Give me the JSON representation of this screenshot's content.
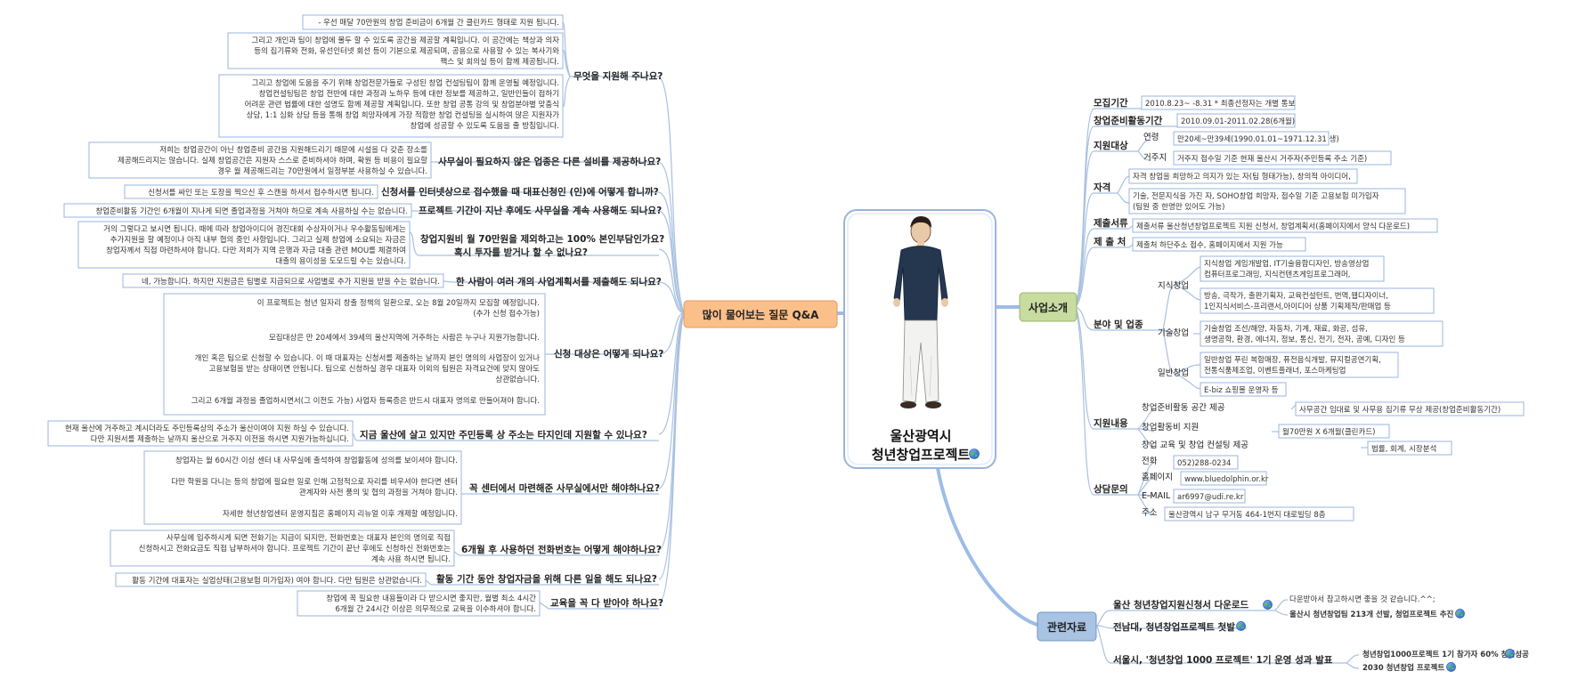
{
  "center": {
    "title_line1": "울산광역시",
    "title_line2": "청년창업프로젝트"
  },
  "branches": {
    "qa": "많이 물어보는 질문 Q&A",
    "intro": "사업소개",
    "related": "관련자료"
  },
  "colors": {
    "qa": "#fbbf8a",
    "intro": "#c8dca0",
    "related": "#a9c3e3",
    "connector": "#a8c0e0",
    "box_border": "#9ab4dc"
  },
  "icons": {
    "link": "link-globe-icon"
  },
  "qa": {
    "q1": "무엇을 지원해 주나요?",
    "q1a1": "- 우선 매달 70만원의 창업 준비금이 6개월 간 클린카드 형태로 지원 됩니다.",
    "q1a2": [
      "그리고 개인과 팀이 창업에 몰두 할 수 있도록 공간을 제공할 계획입니다. 이 공간에는 책상과 의자",
      "등의 집기류와 전화, 유선인터넷 회선 등이 기본으로 제공되며, 공용으로 사용할 수 있는 복사기와",
      "팩스 및 회의실 등이 함께 제공됩니다."
    ],
    "q1a3": [
      "그리고 창업에 도움을 주기 위해 창업전문가들로 구성된 창업 컨설팅팀이 함께 운영될 예정입니다.",
      "창업컨설팅팀은 창업 전반에 대한 과정과 노하우 등에 대한 정보를 제공하고, 일반인들이 접하기",
      "어려운 관련 법률에 대한 설명도 함께 제공할 계획입니다. 또한 창업 공통 강의 및 창업분야별 맞춤식",
      "상담, 1:1 심화 상담 등을 통해 창업 희망자에게 가장 적합한 창업 컨설팅을 실시하여 많은 지원자가",
      "창업에 성공할 수 있도록 도움을 줄 방침입니다."
    ],
    "q2": "사무실이 필요하지 않은 업종은 다른 설비를 제공하나요?",
    "q2a": [
      "저희는 창업공간이 아닌 창업준비 공간을 지원해드리기 때문에 시설을 다 갖춘 장소를",
      "제공해드리지는 않습니다. 실제 창업공간은 지원자 스스로 준비하셔야 하며, 확원 등 비용이 필요할",
      "경우 월 제공해드리는 70만원에서 일정부분 사용하실 수 있습니다."
    ],
    "q3": "신청서를 인터넷상으로 접수했을 때 대표신청인 (인)에 어떻게 합니까?",
    "q3a": "신청서를 싸인 또는 도장을 찍으신 후 스캔을 하셔서 접수하시면 됩니다.",
    "q4": "프로젝트 기간이 지난 후에도 사무실을 계속 사용해도 되나요?",
    "q4a": "창업준비활동 기간인 6개월이 지나게 되면 졸업과정을 거쳐야 하므로 계속 사용하실 수는 없습니다.",
    "q5_line1": "창업지원비 월 70만원을 제외하고는 100% 본인부담인가요?",
    "q5_line2": "혹시 투자를 받거나 할 수 없나요?",
    "q5a": [
      "거의 그렇다고 보시면 됩니다. 때에 따라 창업아이디어 경진대회 수상자이거나 우수활동팀에게는",
      "추가지원을 할 예정이나 아직 내부 협의 중인 사항입니다. 그리고 실제 창업에 소요되는 자금은",
      "창업자께서 직접 마련하셔야 합니다. 다만 저희가 지역 은행과 자금 대출 관련 MOU를 체결하여",
      "대출의 용이성을 도모드릴 수는 있습니다."
    ],
    "q6": "한 사람이 여러 개의 사업계획서를 제출해도 되나요?",
    "q6a": "네, 가능합니다. 하지만 지원금은 팀별로 지급되므로 사업별로 추가 지원을 받을 수는 없습니다.",
    "q7": "신청 대상은 어떻게 되나요?",
    "q7a": [
      "이 프로젝트는 청년 일자리 창출 정책의 일환으로, 오는 8월 20일까지 모집할 예정입니다.",
      "(추가 신청 접수가능)",
      "",
      "모집대상은 만 20세에서 39세의 울산지역에 거주하는 사람은 누구나 지원가능합니다.",
      "",
      "개인 혹은 팀으로 신청할 수 있습니다. 이 때 대표자는 신청서를 제출하는 날까지 본인 명의의 사업장이 있거나",
      "고용보험을 받는 상태이면 안됩니다. 팀으로 신청하실 경우 대표자 이외의 팀원은 자격요건에 맞지 않아도",
      "상관없습니다.",
      "",
      "그리고 6개월 과정을 졸업하시면서(그 이전도 가능) 사업자 등록증은 반드시 대표자 명의로 만들어져야 합니다."
    ],
    "q8": "지금 울산에 살고 있지만 주민등록 상 주소는 타지인데 지원할 수 있나요?",
    "q8a": [
      "현재 울산에 거주하고 계시더라도 주민등록상의 주소가 울산이여야 지원 하실 수 있습니다.",
      "다만 지원서를 제출하는 날까지 울산으로 거주지 이전을 하시면 지원가능하십니다."
    ],
    "q9": "꼭 센터에서 마련해준 사무실에서만 해야하나요?",
    "q9a": [
      "창업자는 월 60시간 이상 센터 내 사무실에 출석하여 창업활동에 성의를 보이셔야 합니다.",
      "",
      "다만 학원을 다니는 등의 창업에 필요한 일로 인해 고정적으로 자리를 비우셔야 한다면 센터",
      "관계자와 사전 풍의 및 협의 과정을 거쳐야 합니다.",
      "",
      "자세한 청년창업센터 운영지침은 홈페이지 리뉴얼 이후 개제할 예정입니다."
    ],
    "q10": "6개월 후 사용하던 전화번호는 어떻게 해야하나요?",
    "q10a": [
      "사무실에 입주하시게 되면 전화기는 지급이 되지만, 전화번호는 대표자 본인의 명의로 직접",
      "신청하시고 전화요금도 직접 납부하셔야 합니다. 프로젝트 기간이 끝난 후에도 신청하신 전화번호는",
      "계속 사용 하시면 됩니다."
    ],
    "q11": "활동 기간 동안 창업자금을 위해 다른 일을 해도 되나요?",
    "q11a": "활동 기간에 대표자는 실업상태(고용보험 미가입자) 여야 합니다. 다만 팀원은 상관없습니다.",
    "q12": "교육을 꼭 다 받아야 하나요?",
    "q12a": [
      "창업에 꼭 필요한 내용들이라 다 받으시면 좋지만, 월별 최소 4시간",
      "6개월 간 24시간 이상은 의무적으로 교육을 이수하셔야 합니다."
    ]
  },
  "intro": {
    "recruit": {
      "label": "모집기간",
      "value": "2010.8.23~ -8.31 * 최종선정자는 개별 통보"
    },
    "activity": {
      "label": "창업준비활동기간",
      "value": "2010.09.01-2011.02.28(6개월)"
    },
    "target": {
      "label": "지원대상",
      "age_label": "연령",
      "age_value": "만20세~만39세(1990.01.01~1971.12.31 생)",
      "residence_label": "거주지",
      "residence_value": "거주지 접수일 기준 현재 울산시 거주자(주민등록 주소 기준)"
    },
    "qualification": {
      "label": "자격",
      "v1": "자격 창업을 희망하고 의지가 있는 자(팀 형태가능), 창의적 아이디어,",
      "v2_line1": "기술, 전문지식을 가진 자, SOHO창업 희망자, 접수일 기준 고용보험 미가입자",
      "v2_line2": "(팀원 중 한명만 있어도 가능)"
    },
    "docs": {
      "label": "제출서류",
      "value": "제출서류 울산청년창업프로젝트 지원 신청서, 창업계획서(홈페이지에서 양식 다운로드)"
    },
    "submit": {
      "label": "제 출 처",
      "value": "제출처 하단주소 접수, 홈페이지에서 지원 가능"
    },
    "fields": {
      "label": "분야 및 업종",
      "knowledge_label": "지식창업",
      "knowledge_v1_line1": "지식창업 게임개발업, IT기술융합디자인, 방송영상업",
      "knowledge_v1_line2": "컴퓨터프로그래밍, 지식컨텐츠게임프로그래머,",
      "knowledge_v2_line1": "방송, 극작가, 출판기획자, 교육컨설턴트, 번역,웹디자이너,",
      "knowledge_v2_line2": "1인지식서비스-프리랜서,아이디어 상품 기획제작/판매업 등",
      "tech_label": "기술창업",
      "tech_v_line1": "기술창업 조선/해양, 자동차, 기계, 재료, 화공, 섬유,",
      "tech_v_line2": "생명공학, 환경, 에너지, 정보, 통신, 전기, 전자, 공예, 디자인 등",
      "general_label": "일반창업",
      "general_v_line1": "일반창업 푸린 복합매장, 퓨전음식개발, 뮤지컬공연기획,",
      "general_v_line2": "전통식품제조업, 이벤트플래너, 포스마케팅업",
      "general_v2": "E-biz 쇼핑몰 운영자 등"
    },
    "support": {
      "label": "지원내용",
      "space_label": "창업준비활동 공간 제공",
      "space_value": "사무공간 임대료 및 사무용 집기류 무상 제공(창업준비활동기간)",
      "fund_label": "창업활동비 지원",
      "fund_value": "월70만원 X 6개월(클린카드)",
      "edu_label": "창업 교육 및 창업 컨설팅 제공",
      "edu_value": "법률, 회계, 시장분석"
    },
    "contact": {
      "label": "상담문의",
      "phone_label": "전화",
      "phone_value": "052)288-0234",
      "web_label": "홈페이지",
      "web_value": "www.bluedolphin.or.kr",
      "email_label": "E-MAIL",
      "email_value": "ar6997@udi.re.kr",
      "addr_label": "주소",
      "addr_value": "울산광역시 남구 무거동 464-1번지 대로빌딩 8층"
    }
  },
  "related": {
    "r1": "울산 청년창업지원신청서 다운로드",
    "r1a": "다운받아서 참고하시면 좋을 것 같습니다.^^;",
    "r1b": "울산시 청년창업팀 213개 선발, 청업프로젝트 추진",
    "r2": "전남대, 청년창업프로젝트 첫발",
    "r3": "서울시, '청년창업 1000 프로젝트' 1기 운영 성과 발표",
    "r3a": "청년창업1000프로젝트 1기 참가자 60% 창업성공",
    "r3b": "2030 청년창업 프로젝트"
  }
}
